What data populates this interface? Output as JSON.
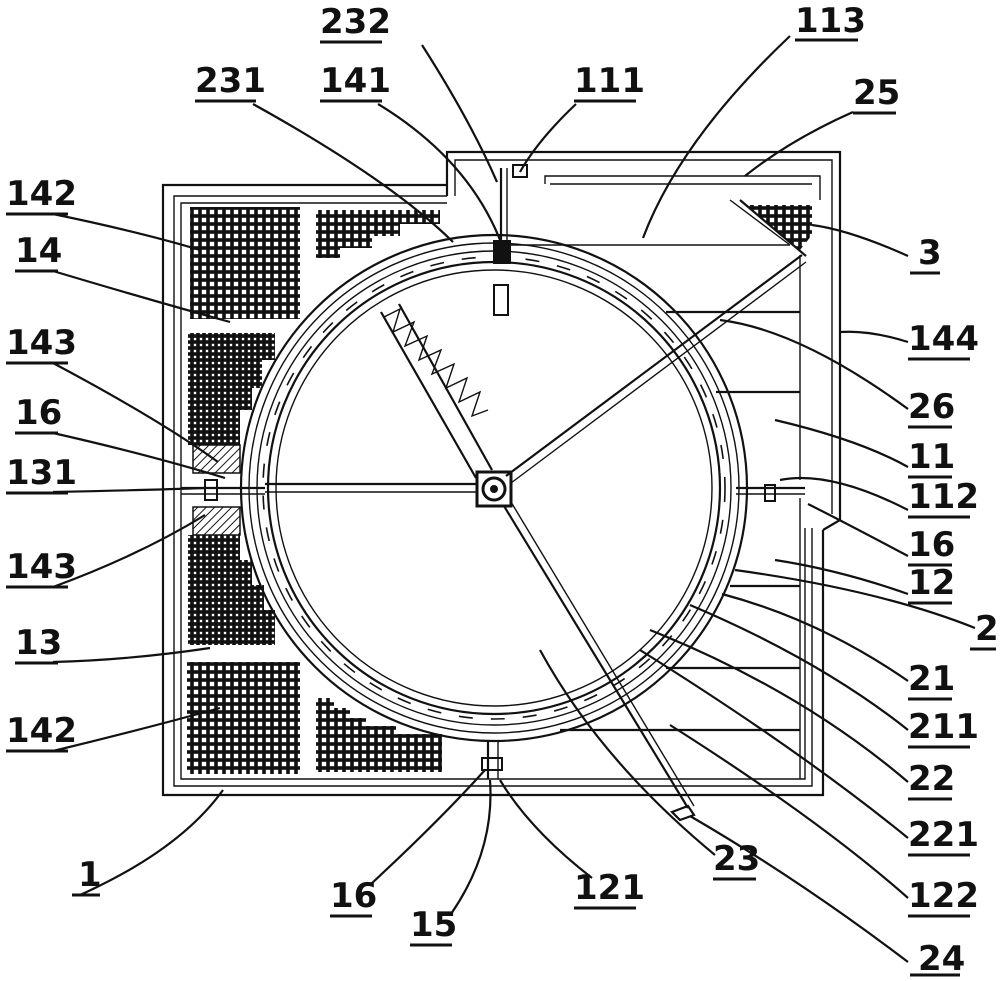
{
  "labels": {
    "l232": "232",
    "l113": "113",
    "l231": "231",
    "l141": "141",
    "l111": "111",
    "l25": "25",
    "l142_top": "142",
    "l14": "14",
    "l143_top": "143",
    "l16_left": "16",
    "l131": "131",
    "l143_bottom": "143",
    "l13": "13",
    "l142_bottom": "142",
    "l1": "1",
    "l16_bottom": "16",
    "l15": "15",
    "l121": "121",
    "l23": "23",
    "l3": "3",
    "l144": "144",
    "l26": "26",
    "l11": "11",
    "l112": "112",
    "l16_right": "16",
    "l12": "12",
    "l2": "2",
    "l21": "21",
    "l211": "211",
    "l22": "22",
    "l221": "221",
    "l122": "122",
    "l24": "24"
  },
  "colors": {
    "ink": "#111111",
    "paper": "#ffffff"
  }
}
